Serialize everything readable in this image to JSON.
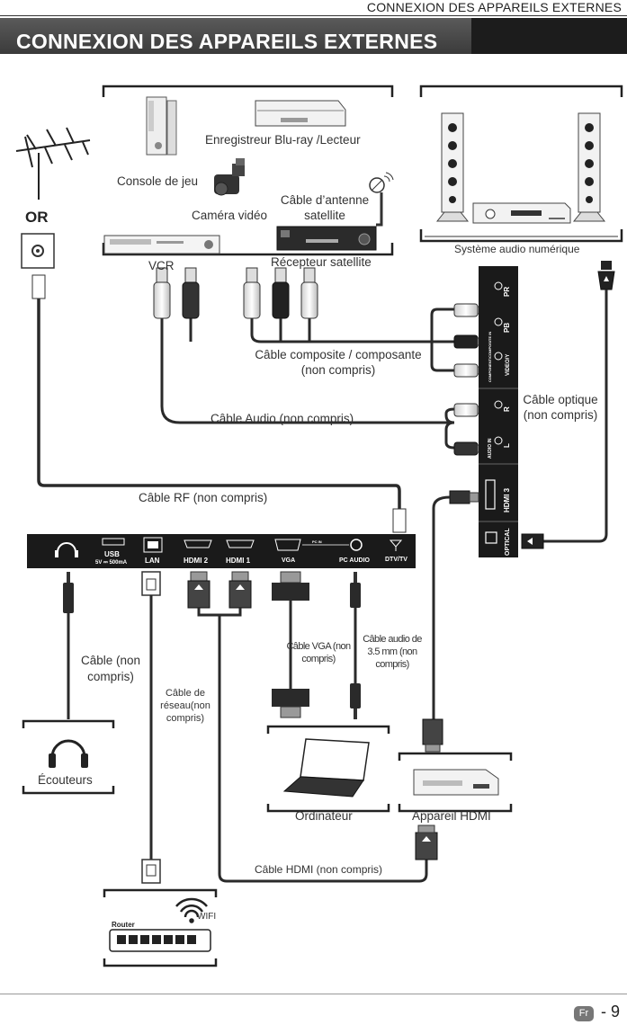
{
  "header": {
    "running_title": "CONNEXION DES APPAREILS EXTERNES",
    "section_title": "CONNEXION DES APPAREILS EXTERNES"
  },
  "devices": {
    "bluray": "Enregistreur Blu-ray /Lecteur",
    "console": "Console de jeu",
    "camera": "Caméra vidéo",
    "satellite_cable": "Câble d’antenne satellite",
    "vcr": "VCR",
    "satellite_receiver": "Récepteur satellite",
    "audio_system": "Système audio numérique",
    "headphones": "Écouteurs",
    "computer": "Ordinateur",
    "hdmi_device": "Appareil HDMI",
    "wifi": "WIFI",
    "router": "Router"
  },
  "or_label": "OR",
  "cables": {
    "composite": "Câble composite / composante (non compris)",
    "audio": "Câble Audio (non compris)",
    "optical": "Câble optique (non compris)",
    "rf": "Câble RF (non compris)",
    "headphone": "Câble (non compris)",
    "network": "Câble de réseau(non compris)",
    "vga": "Câble VGA (non compris)",
    "audio35": "Câble audio de 3.5 mm (non compris)",
    "hdmi": "Câble HDMI (non compris)"
  },
  "panel_bottom": {
    "usb": "USB",
    "usb_spec": "5V ⎓ 500mA",
    "lan": "LAN",
    "hdmi2": "HDMI 2",
    "hdmi1": "HDMI 1",
    "vga": "VGA",
    "pc_in": "PC IN",
    "pc_audio": "PC  AUDIO",
    "dtv": "DTV/TV"
  },
  "panel_side": {
    "pr": "PR",
    "pb": "PB",
    "video_y": "VIDEO/Y",
    "component_in": "COMPONENT/COMPOSITE IN",
    "r": "R",
    "l": "L",
    "audio_in": "AUDIO IN",
    "hdmi3": "HDMI 3",
    "optical": "OPTICAL"
  },
  "footer": {
    "lang": "Fr",
    "page": "- 9"
  },
  "colors": {
    "band": "#3b3b3b",
    "panel": "#1a1a1a",
    "cable": "#2a2a2a"
  }
}
